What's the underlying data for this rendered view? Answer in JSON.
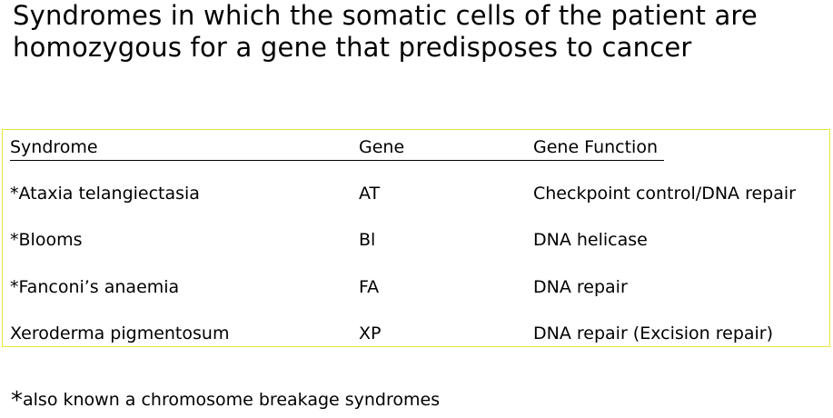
{
  "title": "Syndromes in which the somatic cells of the patient are homozygous for a gene that predisposes to cancer",
  "table": {
    "headers": [
      "Syndrome",
      "Gene",
      "Gene Function"
    ],
    "rows": [
      [
        "*Ataxia telangiectasia",
        "AT",
        "Checkpoint control/DNA repair"
      ],
      [
        "*Blooms",
        "Bl",
        "DNA helicase"
      ],
      [
        "*Fanconi’s anaemia",
        "FA",
        "DNA repair"
      ],
      [
        "Xeroderma pigmentosum",
        "XP",
        "DNA repair (Excision repair)"
      ]
    ],
    "border_color": "#e6e63c"
  },
  "footnote": {
    "marker": "*",
    "text": "also known a chromosome breakage syndromes"
  }
}
